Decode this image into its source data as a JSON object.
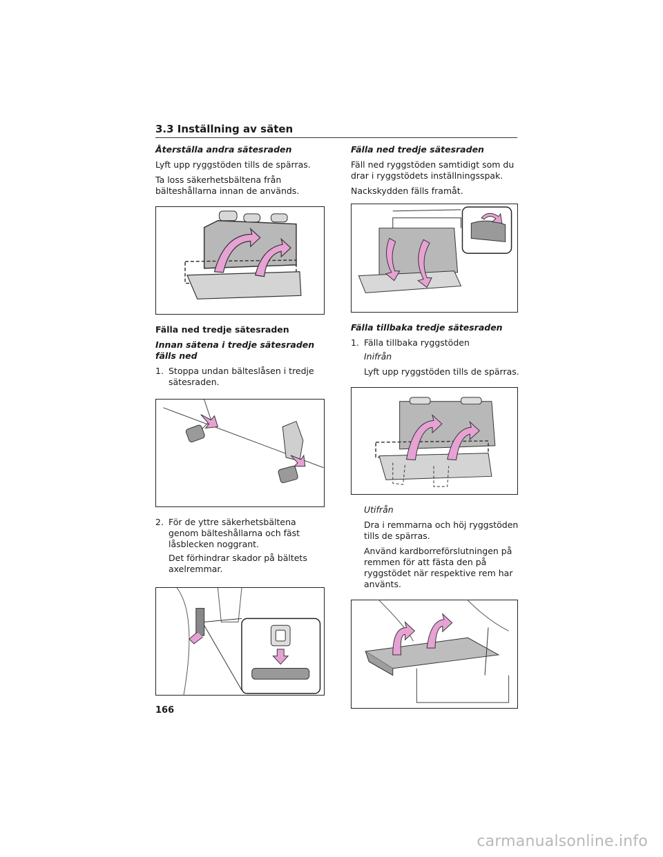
{
  "header": {
    "section_title": "3.3  Inställning av säten"
  },
  "left": {
    "restore_title": "Återställa andra sätesraden",
    "restore_p1": "Lyft upp ryggstöden tills de spärras.",
    "restore_p2": "Ta loss säkerhetsbältena från bälteshållarna innan de används.",
    "fold_title": "Fälla ned tredje sätesraden",
    "before_title": "Innan sätena i tredje sätesraden fälls ned",
    "step1_num": "1.",
    "step1_text": "Stoppa undan bälteslåsen i tredje sätesraden.",
    "step2_num": "2.",
    "step2_text": "För de yttre säkerhetsbältena genom bälteshållarna och fäst låsblecken noggrant.",
    "step2_note": "Det förhindrar skador på bältets axelremmar."
  },
  "right": {
    "fold_title": "Fälla ned tredje sätesraden",
    "fold_p1": "Fäll ned ryggstöden samtidigt som du drar i ryggstödets inställningsspak.",
    "fold_p2": "Nackskydden fälls framåt.",
    "back_title": "Fälla tillbaka tredje sätesraden",
    "back_step_num": "1.",
    "back_step_text": "Fälla tillbaka ryggstöden",
    "inside_label": "Inifrån",
    "inside_text": "Lyft upp ryggstöden tills de spärras.",
    "outside_label": "Utifrån",
    "outside_p1": "Dra i remmarna och höj ryggstöden tills de spärras.",
    "outside_p2": "Använd kardborreförslutningen på remmen för att fästa den på ryggstödet när respektive rem har använts."
  },
  "footer": {
    "page_number": "166",
    "watermark": "carmanualsonline.info"
  },
  "colors": {
    "arrow_pink": "#e7a2d4",
    "seat_gray": "#b5b5b5",
    "line": "#2a2a2a"
  }
}
